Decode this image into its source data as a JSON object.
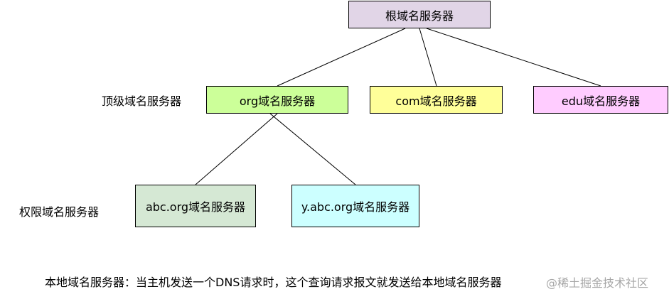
{
  "nodes": {
    "root": "根域名服务器",
    "org": "org域名服务器",
    "com": "com域名服务器",
    "edu": "edu域名服务器",
    "abc": "abc.org域名服务器",
    "yabc": "y.abc.org域名服务器"
  },
  "node_colors": {
    "root": "#e1d5e7",
    "org": "#ccff99",
    "com": "#ffff99",
    "edu": "#ffccff",
    "abc": "#d5e8d4",
    "yabc": "#ccffff"
  },
  "edges": [
    [
      "root",
      "org"
    ],
    [
      "root",
      "com"
    ],
    [
      "root",
      "edu"
    ],
    [
      "org",
      "abc"
    ],
    [
      "org",
      "yabc"
    ]
  ],
  "labels": {
    "top_level": "顶级域名服务器",
    "authoritative": "权限域名服务器"
  },
  "footnote": "本地域名服务器：当主机发送一个DNS请求时，这个查询请求报文就发送给本地域名服务器",
  "watermark": "@稀土掘金技术社区"
}
